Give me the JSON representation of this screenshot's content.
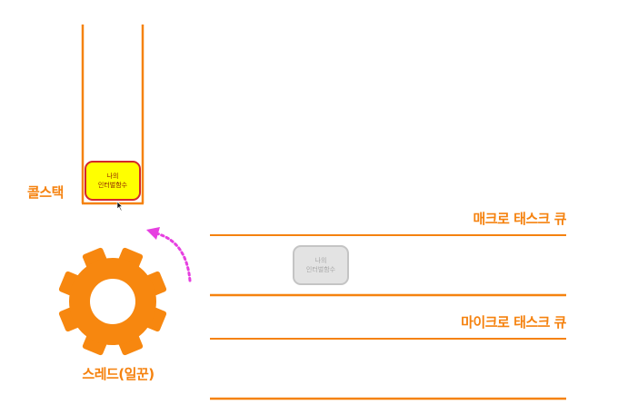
{
  "call_stack": {
    "label": "콜스택",
    "function_box": {
      "line1": "나의",
      "line2": "인터벌함수"
    }
  },
  "macro_task_queue": {
    "label": "매크로 태스크 큐",
    "function_box": {
      "line1": "나의",
      "line2": "인터벌함수"
    }
  },
  "micro_task_queue": {
    "label": "마이크로 태스크 큐"
  },
  "thread": {
    "label": "스레드(일꾼)"
  },
  "colors": {
    "accent_orange": "#f5820f",
    "arrow_magenta": "#e63fe0",
    "active_box_fill": "#ffff00",
    "active_box_border": "#d4282a",
    "faded_box_fill": "#e3e3e3"
  },
  "icons": [
    "gear-icon",
    "curved-arrow-icon",
    "mouse-cursor-icon"
  ]
}
